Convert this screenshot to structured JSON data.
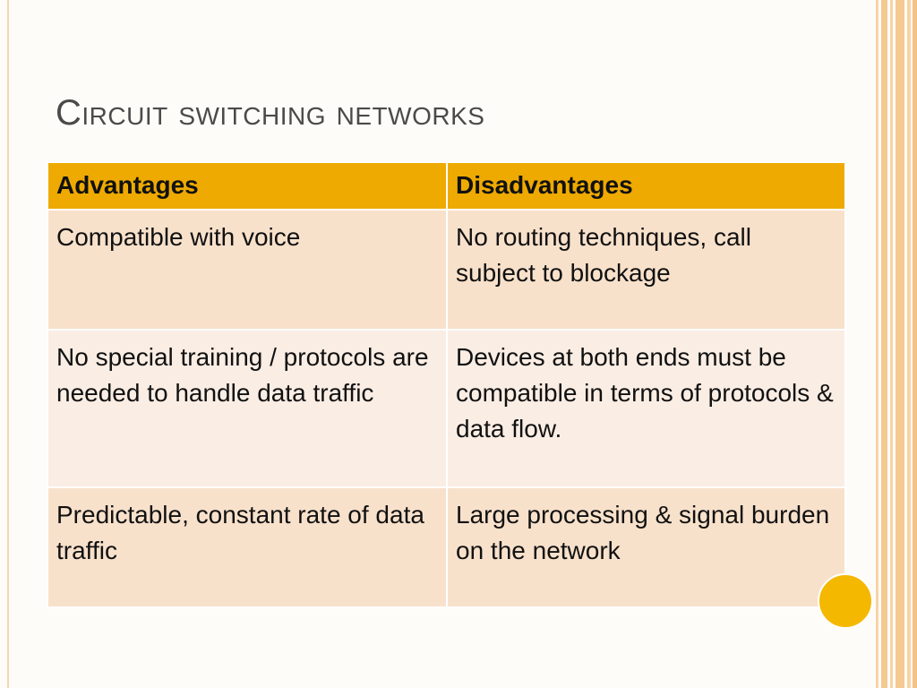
{
  "slide": {
    "title": "Circuit switching networks"
  },
  "table": {
    "headers": [
      "Advantages",
      "Disadvantages"
    ],
    "rows": [
      [
        "Compatible with voice",
        "No routing techniques, call subject to blockage"
      ],
      [
        "No special training / protocols are needed to handle data traffic",
        "Devices at both ends must be compatible in terms of protocols & data flow."
      ],
      [
        "Predictable, constant rate of data traffic",
        "Large processing & signal burden on the network"
      ]
    ]
  },
  "colors": {
    "header_bg": "#eeaa00",
    "row_odd_bg": "#f8e1cb",
    "row_even_bg": "#faede4",
    "accent_circle": "#f5b800",
    "stripe_color": "#f5c98f"
  }
}
